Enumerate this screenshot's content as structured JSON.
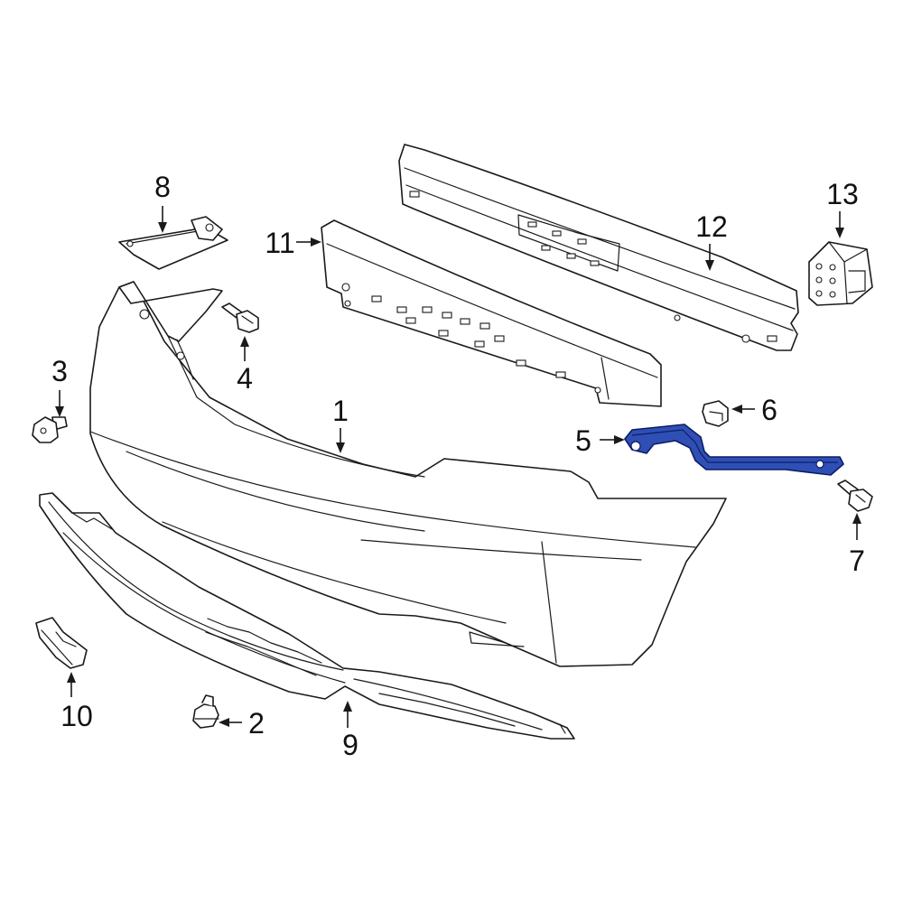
{
  "diagram": {
    "highlight_color": "#2f4fb4",
    "line_color": "#1a1a1a",
    "callouts": [
      {
        "part": "rear-bumper-cover",
        "label": "1"
      },
      {
        "part": "push-clip",
        "label": "2"
      },
      {
        "part": "bolt-3",
        "label": "3"
      },
      {
        "part": "bolt-4",
        "label": "4"
      },
      {
        "part": "side-support-bracket",
        "label": "5"
      },
      {
        "part": "clip-nut",
        "label": "6"
      },
      {
        "part": "bolt-7",
        "label": "7"
      },
      {
        "part": "upper-bracket",
        "label": "8"
      },
      {
        "part": "lower-valance",
        "label": "9"
      },
      {
        "part": "side-spacer",
        "label": "10"
      },
      {
        "part": "energy-absorber",
        "label": "11"
      },
      {
        "part": "impact-bar",
        "label": "12"
      },
      {
        "part": "mount-bracket",
        "label": "13"
      }
    ]
  }
}
